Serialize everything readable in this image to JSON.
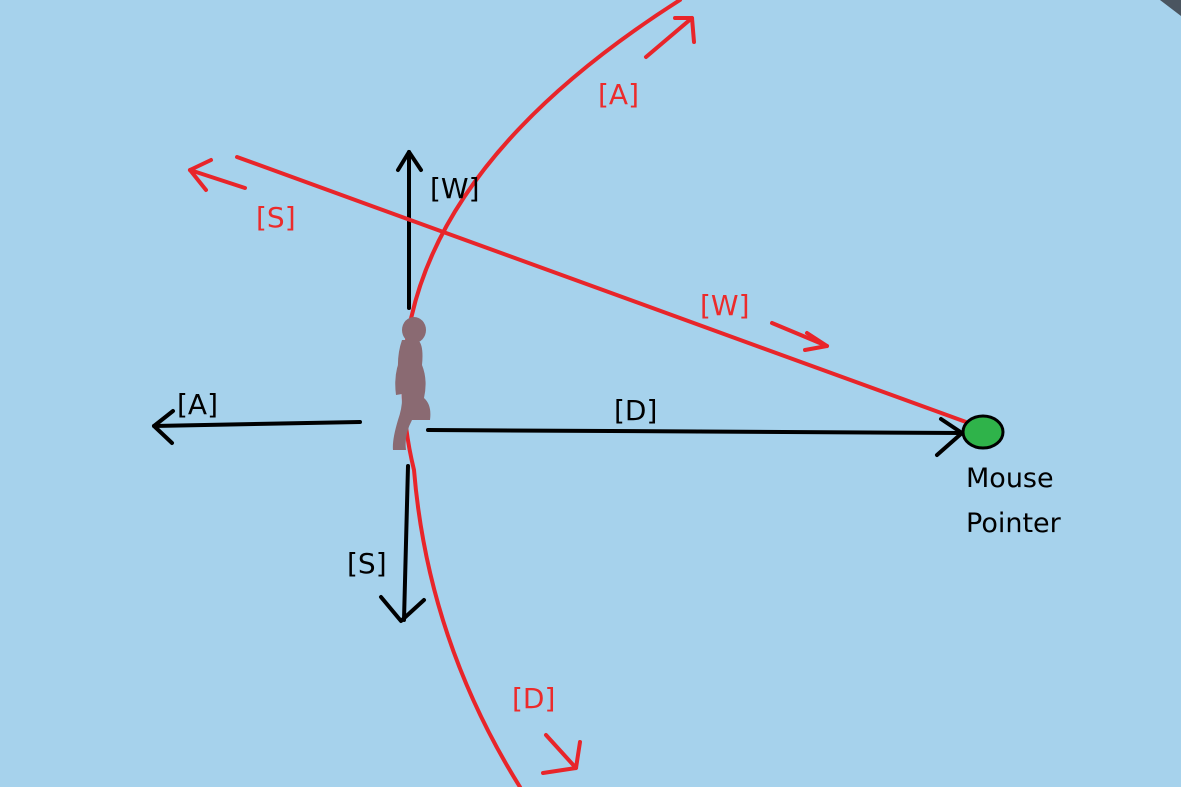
{
  "colors": {
    "background": "#a6d2ec",
    "red": "#e8252a",
    "black": "#000000",
    "pointer_fill": "#2fb34a",
    "character": "#8a6a72"
  },
  "character": {
    "icon": "humanoid-character-icon"
  },
  "mouse_pointer": {
    "icon": "green-dot-icon",
    "label_line1": "Mouse",
    "label_line2": "Pointer"
  },
  "black_controls": {
    "w": "[W]",
    "a": "[A]",
    "s": "[S]",
    "d": "[D]"
  },
  "red_controls": {
    "w": "[W]",
    "a": "[A]",
    "s": "[S]",
    "d": "[D]"
  }
}
